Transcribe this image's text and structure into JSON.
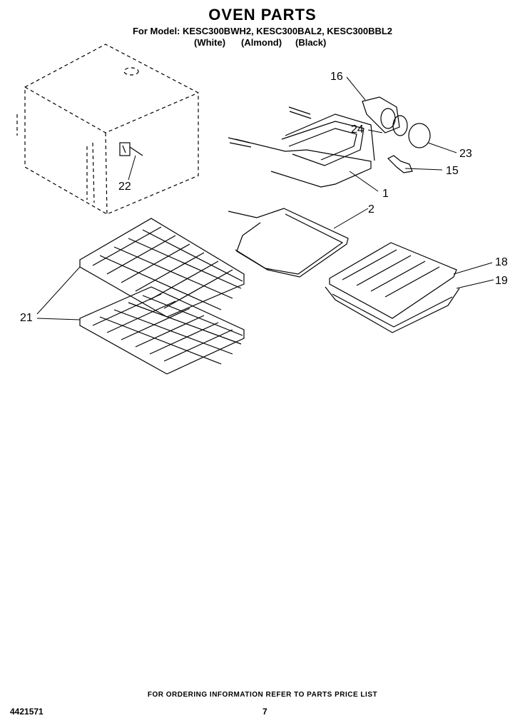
{
  "header": {
    "title": "OVEN PARTS",
    "models_line": "For Model: KESC300BWH2, KESC300BAL2, KESC300BBL2",
    "colors": [
      "(White)",
      "(Almond)",
      "(Black)"
    ]
  },
  "callouts": {
    "c1": "1",
    "c2": "2",
    "c15": "15",
    "c16": "16",
    "c18": "18",
    "c19": "19",
    "c21": "21",
    "c22": "22",
    "c23": "23",
    "c24": "24"
  },
  "footer": {
    "ordering_note": "FOR ORDERING INFORMATION REFER TO PARTS PRICE LIST",
    "doc_number": "4421571",
    "page_number": "7"
  }
}
